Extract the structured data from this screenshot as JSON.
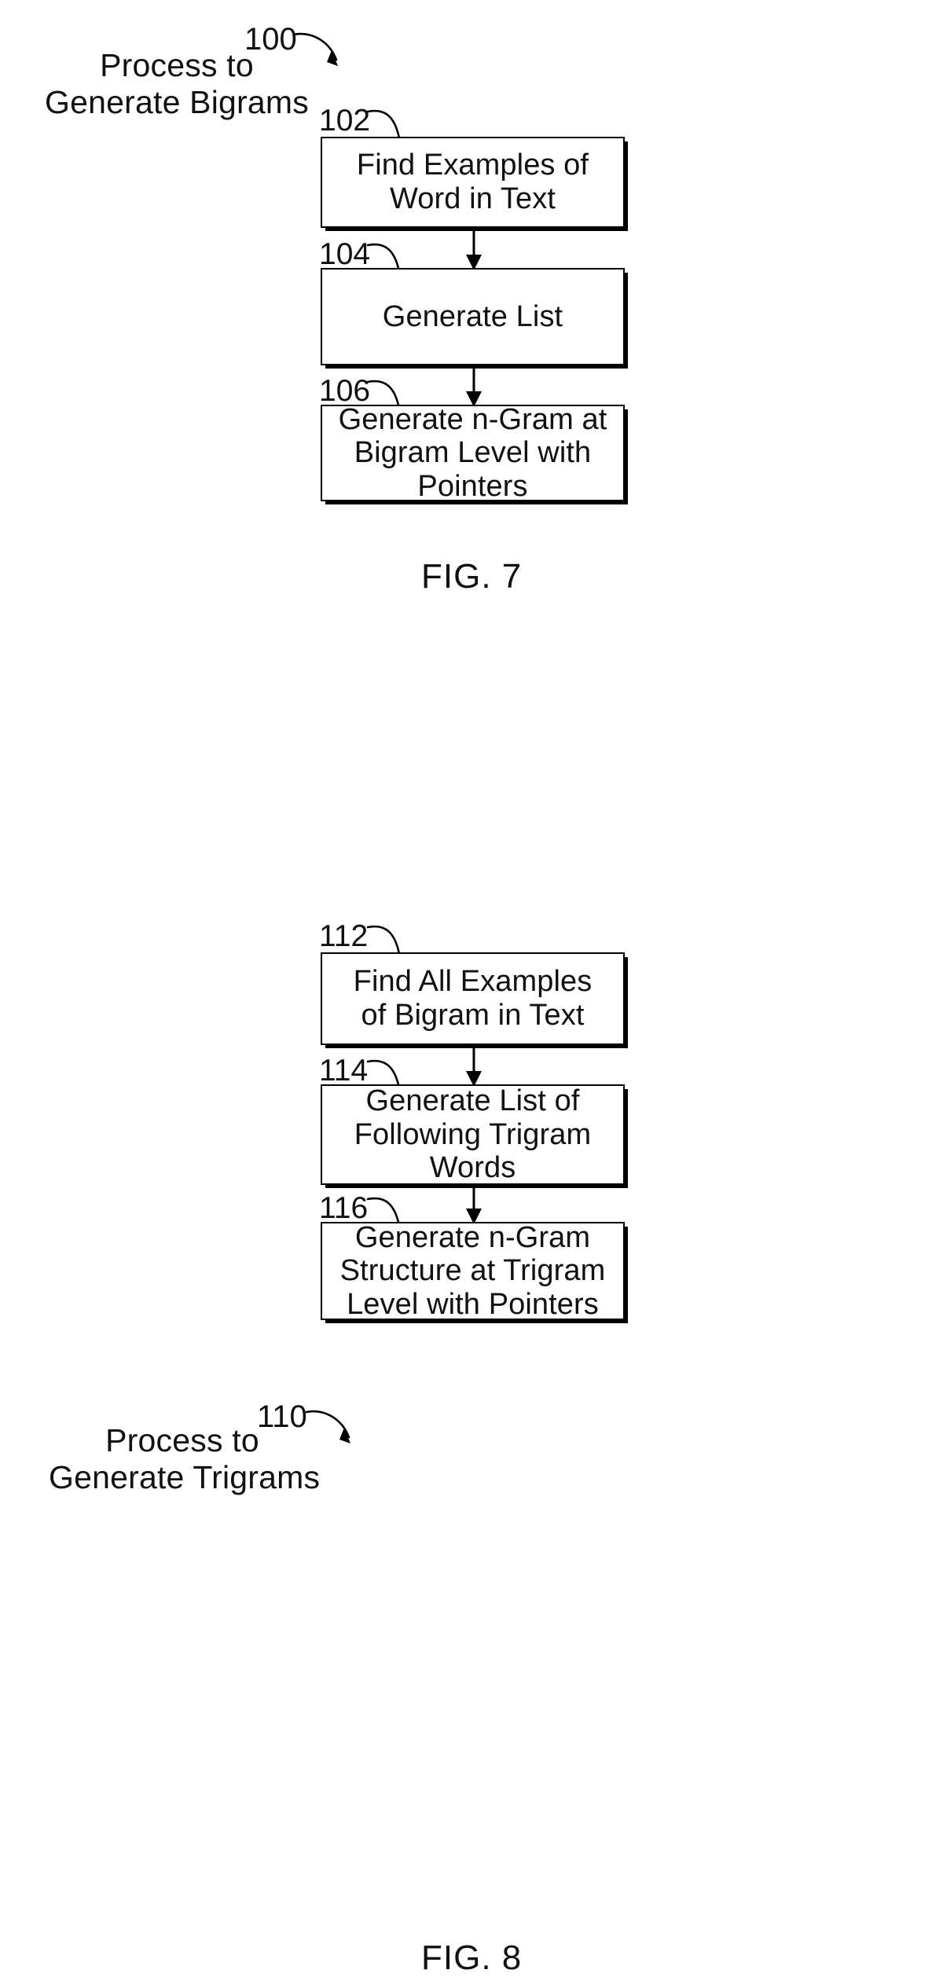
{
  "document": {
    "type": "patent-flowchart-drawing-sheet",
    "background_color": "#ffffff",
    "ink_color": "#000000"
  },
  "figures": [
    {
      "id": "figure-7",
      "caption": "FIG. 7",
      "process_title_line1": "Process to",
      "process_title_line2": "Generate Bigrams",
      "main_reference": "100",
      "steps": [
        {
          "reference": "102",
          "lines": [
            "Find Examples of",
            "Word in Text"
          ]
        },
        {
          "reference": "104",
          "lines": [
            "Generate List"
          ]
        },
        {
          "reference": "106",
          "lines": [
            "Generate n-Gram at",
            "Bigram Level with",
            "Pointers"
          ]
        }
      ]
    },
    {
      "id": "figure-8",
      "caption": "FIG. 8",
      "process_title_line1": "Process to",
      "process_title_line2": "Generate Trigrams",
      "main_reference": "110",
      "steps": [
        {
          "reference": "112",
          "lines": [
            "Find All Examples",
            "of Bigram in Text"
          ]
        },
        {
          "reference": "114",
          "lines": [
            "Generate List of",
            "Following Trigram",
            "Words"
          ]
        },
        {
          "reference": "116",
          "lines": [
            "Generate n-Gram",
            "Structure at Trigram",
            "Level with Pointers"
          ]
        }
      ]
    }
  ]
}
